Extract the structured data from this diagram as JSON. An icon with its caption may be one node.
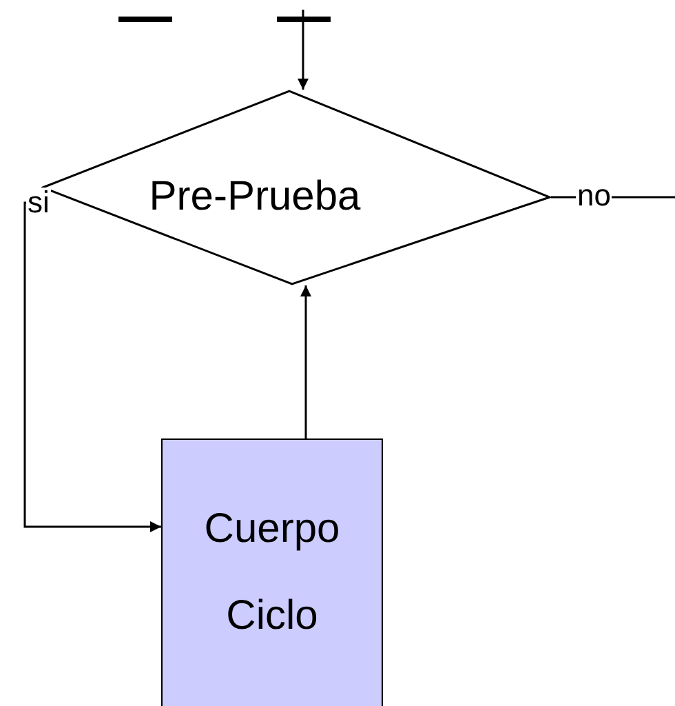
{
  "diagram": {
    "nodes": [
      {
        "text": [
          "Pre-Prueba"
        ]
      },
      {
        "text": [
          "Cuerpo Ciclo"
        ]
      }
    ],
    "edges": [
      {
        "from": null,
        "to": 0,
        "arrow": "to"
      },
      {
        "from": 0,
        "to": 1,
        "arrow": "to",
        "label": "si"
      },
      {
        "from": 1,
        "to": 0,
        "arrow": "to"
      },
      {
        "from": 0,
        "to": null,
        "arrow": "none",
        "label": "no"
      }
    ]
  }
}
